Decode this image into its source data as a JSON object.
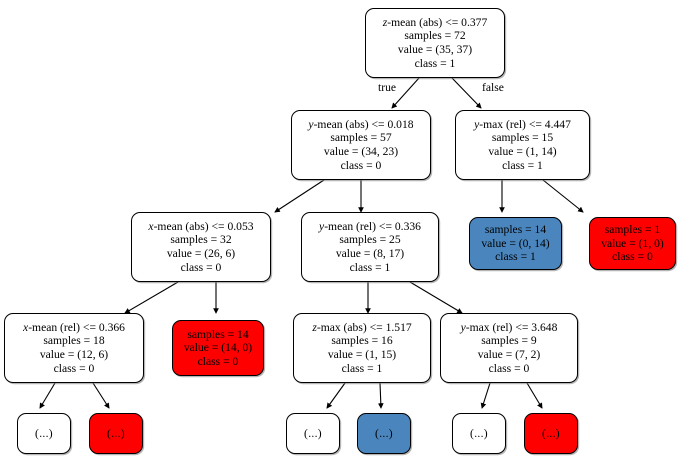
{
  "diagram": {
    "type": "decision-tree",
    "title": "",
    "colors": {
      "class0": "#ff0000",
      "class1": "#4a86bd",
      "neutral": "#ffffff",
      "border": "#000000",
      "text": "#000000"
    },
    "edge_labels": {
      "true": "true",
      "false": "false"
    },
    "ellipsis": "(...)"
  },
  "nodes": {
    "root": {
      "id": "root",
      "condition": "z-mean (abs) <= 0.377",
      "var_letter": "z",
      "condition_rest": "-mean (abs) <= 0.377",
      "samples": "samples = 72",
      "value": "value = (35, 37)",
      "class": "class = 1",
      "fill": "#ffffff"
    },
    "n1": {
      "id": "n1",
      "condition": "y-mean (abs) <= 0.018",
      "var_letter": "y",
      "condition_rest": "-mean (abs) <= 0.018",
      "samples": "samples = 57",
      "value": "value = (34, 23)",
      "class": "class = 0",
      "fill": "#ffffff"
    },
    "n2": {
      "id": "n2",
      "condition": "y-max (rel) <= 4.447",
      "var_letter": "y",
      "condition_rest": "-max (rel) <= 4.447",
      "samples": "samples = 15",
      "value": "value = (1, 14)",
      "class": "class = 1",
      "fill": "#ffffff"
    },
    "n3": {
      "id": "n3",
      "condition": "x-mean (abs) <= 0.053",
      "var_letter": "x",
      "condition_rest": "-mean (abs) <= 0.053",
      "samples": "samples = 32",
      "value": "value = (26, 6)",
      "class": "class = 0",
      "fill": "#ffffff"
    },
    "n4": {
      "id": "n4",
      "condition": "y-mean (rel) <= 0.336",
      "var_letter": "y",
      "condition_rest": "-mean (rel) <= 0.336",
      "samples": "samples = 25",
      "value": "value = (8, 17)",
      "class": "class = 1",
      "fill": "#ffffff"
    },
    "n5": {
      "id": "n5",
      "condition": "",
      "samples": "samples = 14",
      "value": "value = (0, 14)",
      "class": "class = 1",
      "fill": "#4a86bd"
    },
    "n6": {
      "id": "n6",
      "condition": "",
      "samples": "samples = 1",
      "value": "value = (1, 0)",
      "class": "class = 0",
      "fill": "#ff0000"
    },
    "n7": {
      "id": "n7",
      "condition": "x-mean (rel) <= 0.366",
      "var_letter": "x",
      "condition_rest": "-mean (rel) <= 0.366",
      "samples": "samples = 18",
      "value": "value = (12, 6)",
      "class": "class = 0",
      "fill": "#ffffff"
    },
    "n8": {
      "id": "n8",
      "condition": "",
      "samples": "samples = 14",
      "value": "value = (14, 0)",
      "class": "class = 0",
      "fill": "#ff0000"
    },
    "n9": {
      "id": "n9",
      "condition": "z-max (abs) <= 1.517",
      "var_letter": "z",
      "condition_rest": "-max (abs) <= 1.517",
      "samples": "samples = 16",
      "value": "value = (1, 15)",
      "class": "class = 1",
      "fill": "#ffffff"
    },
    "n10": {
      "id": "n10",
      "condition": "y-max (rel) <= 3.648",
      "var_letter": "y",
      "condition_rest": "-max (rel) <= 3.648",
      "samples": "samples = 9",
      "value": "value = (7, 2)",
      "class": "class = 0",
      "fill": "#ffffff"
    },
    "e1": {
      "id": "e1",
      "label": "(...)",
      "fill": "#ffffff"
    },
    "e2": {
      "id": "e2",
      "label": "(...)",
      "fill": "#ff0000"
    },
    "e3": {
      "id": "e3",
      "label": "(...)",
      "fill": "#ffffff"
    },
    "e4": {
      "id": "e4",
      "label": "(...)",
      "fill": "#4a86bd"
    },
    "e5": {
      "id": "e5",
      "label": "(...)",
      "fill": "#ffffff"
    },
    "e6": {
      "id": "e6",
      "label": "(...)",
      "fill": "#ff0000"
    }
  }
}
